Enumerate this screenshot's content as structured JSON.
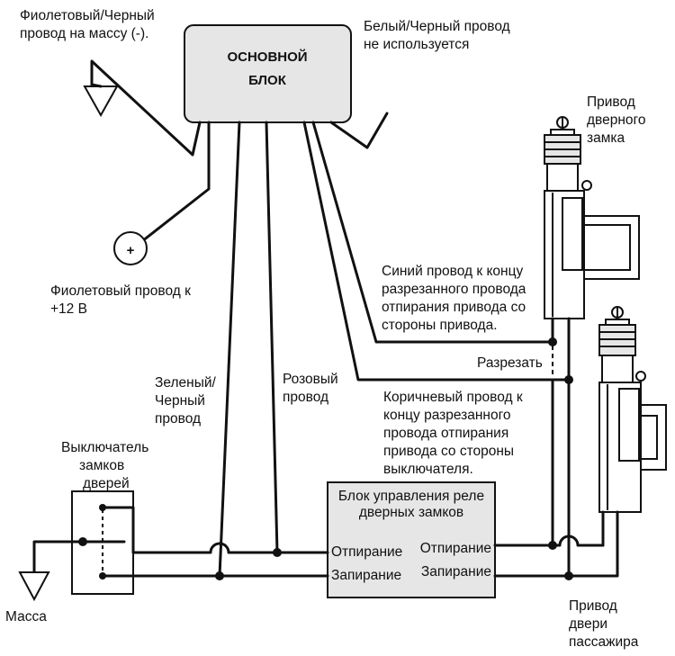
{
  "main_unit": {
    "line1": "ОСНОВНОЙ",
    "line2": "БЛОК"
  },
  "ground_wire_label": [
    "Фиолетовый/Черный",
    "провод на массу (-)."
  ],
  "unused_wire_label": [
    "Белый/Черный провод",
    "не используется"
  ],
  "power_wire_label": [
    "Фиолетовый провод к",
    "+12 В"
  ],
  "power_symbol": "+",
  "green_black_label": [
    "Зеленый/",
    "Черный",
    "провод"
  ],
  "pink_label": [
    "Розовый",
    "провод"
  ],
  "door_actuator_label": [
    "Привод",
    "дверного",
    "замка"
  ],
  "blue_wire_label": [
    "Синий провод к концу",
    "разрезанного провода",
    "отпирания привода со",
    "стороны привода."
  ],
  "cut_label": "Разрезать",
  "brown_wire_label": [
    "Коричневый провод к",
    "концу разрезанного",
    "провода отпирания",
    "привода со стороны",
    "выключателя."
  ],
  "switch_label": [
    "Выключатель",
    "замков",
    "дверей"
  ],
  "relay_box": {
    "title": [
      "Блок управления реле",
      "дверных замков"
    ],
    "unlock_in": "Отпирание",
    "lock_in": "Запирание",
    "unlock_out": "Отпирание",
    "lock_out": "Запирание"
  },
  "ground_label": "Масса",
  "passenger_actuator_label": [
    "Привод",
    "двери",
    "пассажира"
  ]
}
